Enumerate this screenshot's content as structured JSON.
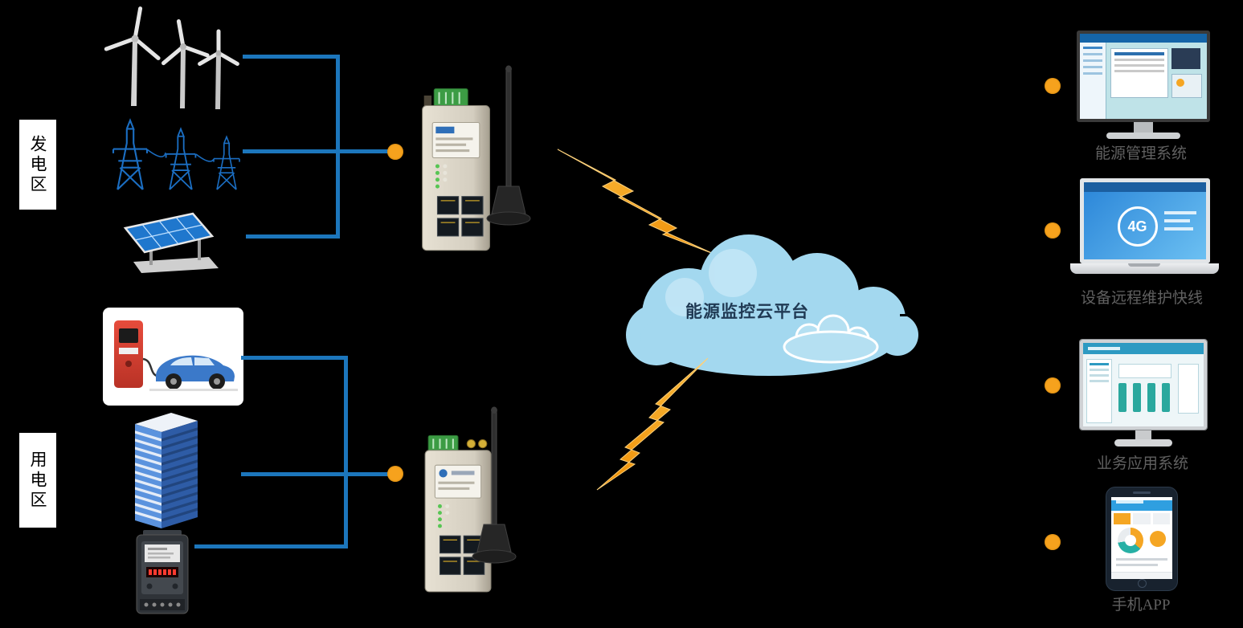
{
  "diagram": {
    "background": "#000000",
    "zones": {
      "generation": "发电区",
      "consumption": "用电区"
    },
    "cloud_label": "能源监控云平台",
    "laptop_screen": "4G",
    "devices": {
      "ems_label": "能源管理系统",
      "remote_label": "设备远程维护快线",
      "business_label": "业务应用系统",
      "app_label": "手机APP"
    },
    "colors": {
      "connection_blue": "#1c76bc",
      "node_orange": "#f6a21d",
      "lightning_orange": "#f7a61e",
      "cloud_blue": "#a3d8ef"
    }
  }
}
